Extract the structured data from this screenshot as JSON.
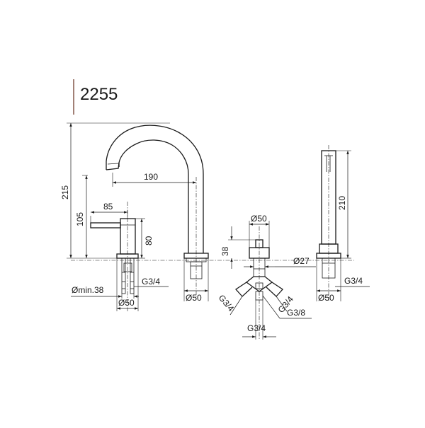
{
  "drawing": {
    "model_number": "2255",
    "basin_mixer": {
      "dim_height_total": "215",
      "dim_height_lever": "105",
      "dim_lever_length": "85",
      "dim_body_height": "80",
      "dim_hole_min": "Ømin.38",
      "dim_thread": "G3/4",
      "dim_base_diameter": "Ø50"
    },
    "spout": {
      "dim_reach": "190",
      "dim_base_diameter": "Ø50"
    },
    "diverter": {
      "dim_top_diameter": "Ø50",
      "dim_height": "38",
      "dim_stem_diameter": "Ø27",
      "dim_thread_left": "G3/4",
      "dim_thread_right": "G3/4",
      "dim_thread_outlet": "G3/8",
      "dim_thread_bottom": "G3/4"
    },
    "hand_shower": {
      "dim_height": "210",
      "dim_thread": "G3/4",
      "dim_base_diameter": "Ø50"
    },
    "colors": {
      "line": "#1a1a1a",
      "title_bar": "#7a4a3a"
    }
  }
}
